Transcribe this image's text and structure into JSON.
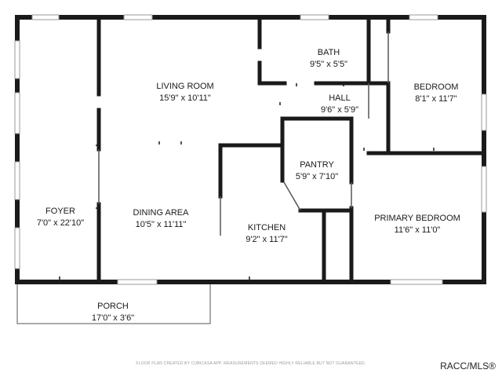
{
  "rooms": [
    {
      "key": "bath",
      "name": "BATH",
      "size": "9'5\" x 5'5\""
    },
    {
      "key": "living-room",
      "name": "LIVING ROOM",
      "size": "15'9\" x 10'11\""
    },
    {
      "key": "hall",
      "name": "HALL",
      "size": "9'6\" x 5'9\""
    },
    {
      "key": "bedroom",
      "name": "BEDROOM",
      "size": "8'1\" x 11'7\""
    },
    {
      "key": "pantry",
      "name": "PANTRY",
      "size": "5'9\" x 7'10\""
    },
    {
      "key": "foyer",
      "name": "FOYER",
      "size": "7'0\" x 22'10\""
    },
    {
      "key": "dining-area",
      "name": "DINING AREA",
      "size": "10'5\" x 11'11\""
    },
    {
      "key": "primary-bedroom",
      "name": "PRIMARY BEDROOM",
      "size": "11'6\" x 11'0\""
    },
    {
      "key": "kitchen",
      "name": "KITCHEN",
      "size": "9'2\" x 11'7\""
    },
    {
      "key": "porch",
      "name": "PORCH",
      "size": "17'0\" x 3'6\""
    }
  ],
  "footer_note": "FLOOR PLAN CREATED BY CUBICASA APP. MEASUREMENTS DEEMED HIGHLY RELIABLE BUT NOT GUARANTEED.",
  "watermark": "RACC/MLS®",
  "colors": {
    "wall": "#1a1a1a",
    "window": "#cfcfcf",
    "line": "#555555"
  }
}
